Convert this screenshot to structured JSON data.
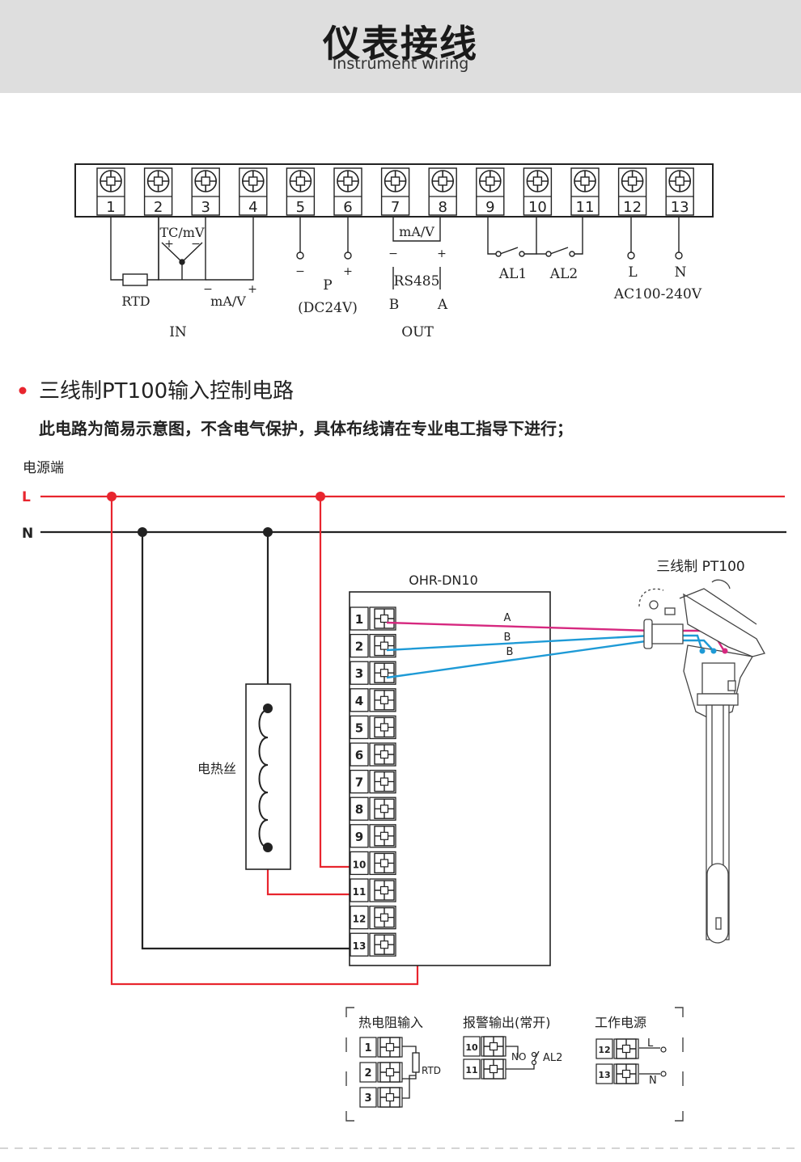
{
  "header": {
    "title": "仪表接线",
    "subtitle": "Instrument wiring"
  },
  "terminal_strip": {
    "numbers": [
      "1",
      "2",
      "3",
      "4",
      "5",
      "6",
      "7",
      "8",
      "9",
      "10",
      "11",
      "12",
      "13"
    ],
    "labels": {
      "tc_mv": "TC/mV",
      "tc_plus": "+",
      "tc_minus": "−",
      "rtd": "RTD",
      "ma_v_in": "mA/V",
      "ma_v_in_minus": "−",
      "ma_v_in_plus": "+",
      "in": "IN",
      "p_minus": "−",
      "p_plus": "+",
      "p": "P",
      "dc24v": "(DC24V)",
      "ma_v_out": "mA/V",
      "out_minus": "−",
      "out_plus": "+",
      "rs485": "RS485",
      "rs_b": "B",
      "rs_a": "A",
      "out": "OUT",
      "al1": "AL1",
      "al2": "AL2",
      "l": "L",
      "n": "N",
      "ac_range": "AC100-240V"
    }
  },
  "section": {
    "heading": "三线制PT100输入控制电路",
    "note": "此电路为简易示意图，不含电气保护，具体布线请在专业电工指导下进行；"
  },
  "circuit": {
    "power_label": "电源端",
    "line_l": "L",
    "line_n": "N",
    "device_name": "OHR-DN10",
    "device_terminals": [
      "1",
      "2",
      "3",
      "4",
      "5",
      "6",
      "7",
      "8",
      "9",
      "10",
      "11",
      "12",
      "13"
    ],
    "wire_a": "A",
    "wire_b1": "B",
    "wire_b2": "B",
    "sensor_label": "三线制 PT100",
    "heater_label": "电热丝",
    "colors": {
      "red": "#e8252e",
      "black": "#1a1a1a",
      "magenta": "#d6287f",
      "blue": "#1e9ad6"
    }
  },
  "legend": {
    "rtd_title": "热电阻输入",
    "rtd_terminals": [
      "1",
      "2",
      "3"
    ],
    "rtd_label": "RTD",
    "alarm_title": "报警输出(常开)",
    "alarm_terminals": [
      "10",
      "11"
    ],
    "alarm_no": "NO",
    "alarm_label": "AL2",
    "power_title": "工作电源",
    "power_terminals": [
      "12",
      "13"
    ],
    "power_l": "L",
    "power_n": "N"
  }
}
